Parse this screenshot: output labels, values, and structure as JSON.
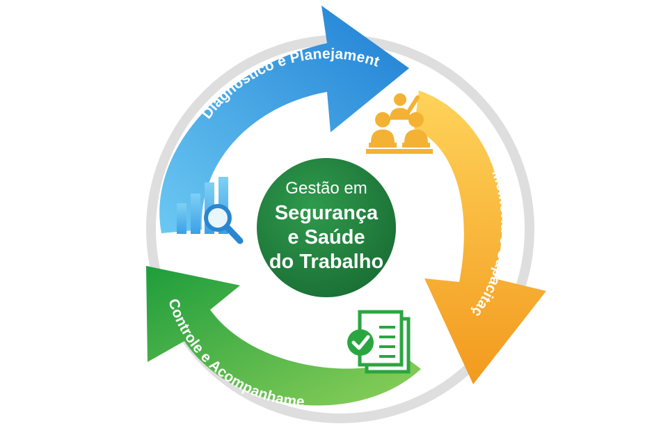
{
  "center": {
    "line1": "Gestão em",
    "line2": "Segurança",
    "line3": "e Saúde",
    "line4": "do Trabalho"
  },
  "stages": [
    {
      "label": "Diagnóstico e Planejamento",
      "color": "#2b8fdc",
      "icon": "chart-magnifier-icon"
    },
    {
      "label": "Melhoria e Capacitação",
      "color": "#f5a623",
      "icon": "training-people-icon"
    },
    {
      "label": "Controle e Acompanhamento",
      "color": "#2aa640",
      "icon": "checklist-document-icon"
    }
  ]
}
